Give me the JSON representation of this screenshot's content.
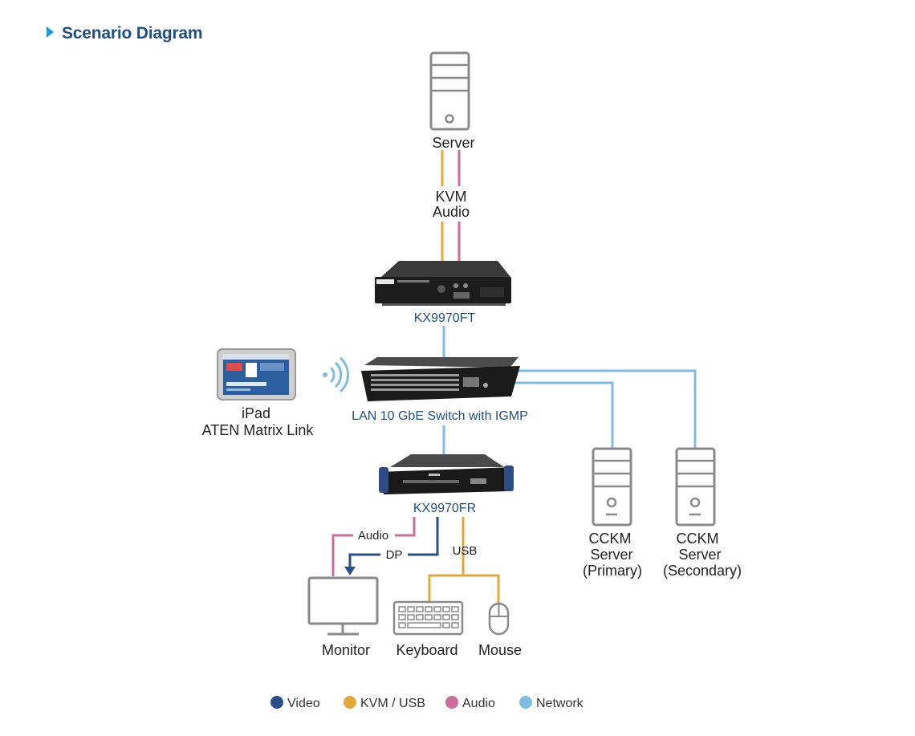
{
  "header": {
    "title": "Scenario Diagram"
  },
  "colors": {
    "video": "#2b4e8c",
    "kvm_usb": "#e3a73a",
    "audio": "#cc6d9a",
    "network": "#7fbde3",
    "device_outline": "#8a8a8a",
    "device_label": "#1d4f86",
    "text": "#222222"
  },
  "nodes": {
    "server": "Server",
    "kvm_line": "KVM",
    "audio_line": "Audio",
    "transmitter": "KX9970FT",
    "switch": "LAN 10 GbE Switch with IGMP",
    "ipad_line1": "iPad",
    "ipad_line2": "ATEN Matrix Link",
    "receiver": "KX9970FR",
    "ccкm_primary_1": "CCKM",
    "ccкm_primary_2": "Server",
    "ccкm_primary_3": "(Primary)",
    "ccкm_secondary_1": "CCKM",
    "ccкm_secondary_2": "Server",
    "ccкm_secondary_3": "(Secondary)",
    "monitor": "Monitor",
    "keyboard": "Keyboard",
    "mouse": "Mouse"
  },
  "connections": {
    "audio": "Audio",
    "dp": "DP",
    "usb": "USB"
  },
  "legend": [
    {
      "label": "Video",
      "color": "#2b4e8c"
    },
    {
      "label": "KVM / USB",
      "color": "#e3a73a"
    },
    {
      "label": "Audio",
      "color": "#cc6d9a"
    },
    {
      "label": "Network",
      "color": "#7fbde3"
    }
  ]
}
